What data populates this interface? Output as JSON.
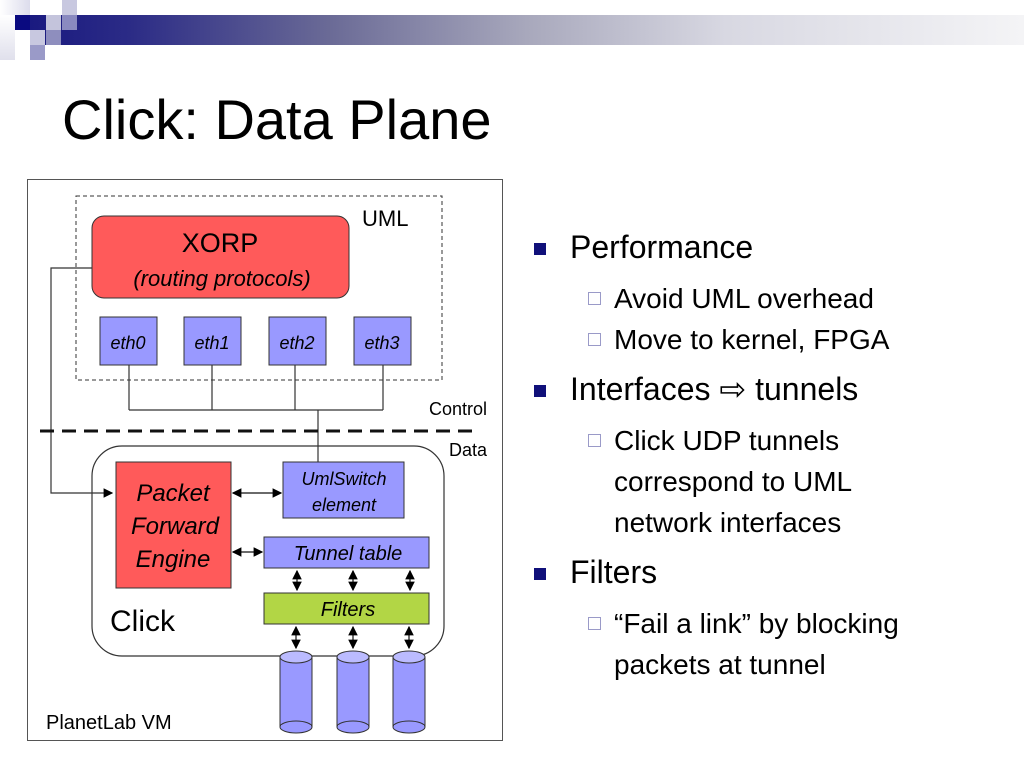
{
  "slide": {
    "title": "Click: Data Plane",
    "accent_color": "#10107a"
  },
  "diagram": {
    "outer_label": "PlanetLab VM",
    "uml_label": "UML",
    "xorp_title": "XORP",
    "xorp_subtitle": "(routing protocols)",
    "interfaces": [
      "eth0",
      "eth1",
      "eth2",
      "eth3"
    ],
    "control_label": "Control",
    "data_label": "Data",
    "click_label": "Click",
    "pfe_lines": [
      "Packet",
      "Forward",
      "Engine"
    ],
    "umlswitch_lines": [
      "UmlSwitch",
      "element"
    ],
    "tunnel_table_label": "Tunnel table",
    "filters_label": "Filters",
    "tunnel_count": 3,
    "colors": {
      "red_box": "#ff5a5a",
      "blue_box": "#9999ff",
      "green_box": "#b2d645",
      "cylinder": "#9999ff",
      "cylinder_top": "#bbbbff"
    }
  },
  "bullets": [
    {
      "text": "Performance",
      "sub": [
        "Avoid UML overhead",
        "Move to kernel, FPGA"
      ]
    },
    {
      "text": "Interfaces ⇨ tunnels",
      "sub": [
        "Click UDP tunnels correspond to UML network interfaces"
      ]
    },
    {
      "text": "Filters",
      "sub": [
        "“Fail a link” by blocking packets at tunnel"
      ]
    }
  ]
}
